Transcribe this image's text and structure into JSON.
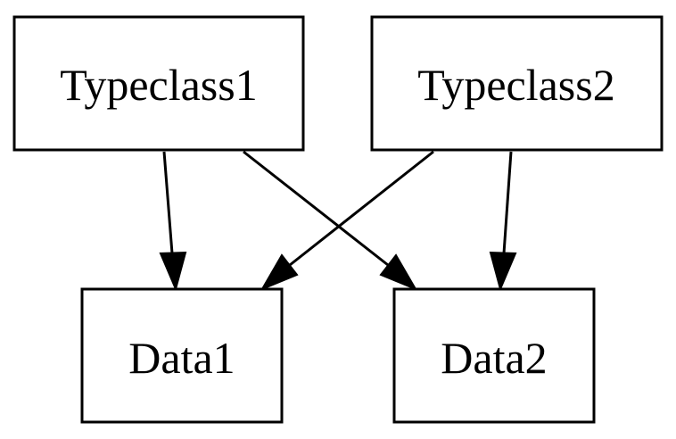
{
  "colors": {
    "background": "#ffffff",
    "stroke": "#000000",
    "text": "#000000"
  },
  "nodes": [
    {
      "id": "typeclass1",
      "label": "Typeclass1"
    },
    {
      "id": "typeclass2",
      "label": "Typeclass2"
    },
    {
      "id": "data1",
      "label": "Data1"
    },
    {
      "id": "data2",
      "label": "Data2"
    }
  ],
  "edges": [
    {
      "from": "typeclass1",
      "to": "data1"
    },
    {
      "from": "typeclass1",
      "to": "data2"
    },
    {
      "from": "typeclass2",
      "to": "data1"
    },
    {
      "from": "typeclass2",
      "to": "data2"
    }
  ]
}
